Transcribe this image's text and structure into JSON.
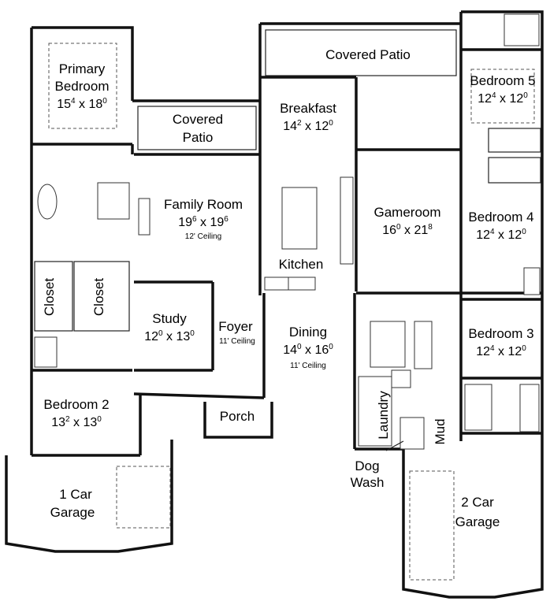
{
  "rooms": {
    "primary_bedroom": {
      "line1": "Primary",
      "line2": "Bedroom",
      "dim_a": "15",
      "sup_a": "4",
      "sep": " x ",
      "dim_b": "18",
      "sup_b": "0"
    },
    "covered_patio_left": {
      "line1": "Covered",
      "line2": "Patio"
    },
    "covered_patio_top": {
      "label": "Covered Patio"
    },
    "breakfast": {
      "label": "Breakfast",
      "dim_a": "14",
      "sup_a": "2",
      "sep": " x ",
      "dim_b": "12",
      "sup_b": "0"
    },
    "bedroom5": {
      "label": "Bedroom 5",
      "dim_a": "12",
      "sup_a": "4",
      "sep": " x ",
      "dim_b": "12",
      "sup_b": "0"
    },
    "family_room": {
      "label": "Family Room",
      "dim_a": "19",
      "sup_a": "6",
      "sep": " x ",
      "dim_b": "19",
      "sup_b": "6",
      "ceiling": "12' Ceiling"
    },
    "gameroom": {
      "label": "Gameroom",
      "dim_a": "16",
      "sup_a": "0",
      "sep": " x ",
      "dim_b": "21",
      "sup_b": "8"
    },
    "bedroom4": {
      "label": "Bedroom 4",
      "dim_a": "12",
      "sup_a": "4",
      "sep": " x ",
      "dim_b": "12",
      "sup_b": "0"
    },
    "kitchen": {
      "label": "Kitchen"
    },
    "closet_left": {
      "label": "Closet"
    },
    "closet_right": {
      "label": "Closet"
    },
    "study": {
      "label": "Study",
      "dim_a": "12",
      "sup_a": "0",
      "sep": " x ",
      "dim_b": "13",
      "sup_b": "0"
    },
    "foyer": {
      "label": "Foyer",
      "ceiling": "11' Ceiling"
    },
    "dining": {
      "label": "Dining",
      "dim_a": "14",
      "sup_a": "0",
      "sep": " x ",
      "dim_b": "16",
      "sup_b": "0",
      "ceiling": "11' Ceiling"
    },
    "bedroom3": {
      "label": "Bedroom 3",
      "dim_a": "12",
      "sup_a": "4",
      "sep": " x ",
      "dim_b": "12",
      "sup_b": "0"
    },
    "bedroom2": {
      "label": "Bedroom 2",
      "dim_a": "13",
      "sup_a": "2",
      "sep": " x ",
      "dim_b": "13",
      "sup_b": "0"
    },
    "porch": {
      "label": "Porch"
    },
    "laundry": {
      "label": "Laundry"
    },
    "mud": {
      "label": "Mud"
    },
    "dog_wash": {
      "line1": "Dog",
      "line2": "Wash"
    },
    "garage1": {
      "line1": "1 Car",
      "line2": "Garage"
    },
    "garage2": {
      "line1": "2 Car",
      "line2": "Garage"
    }
  },
  "colors": {
    "wall": "#111111",
    "arrow": "#1f6fbf",
    "background": "#ffffff"
  }
}
